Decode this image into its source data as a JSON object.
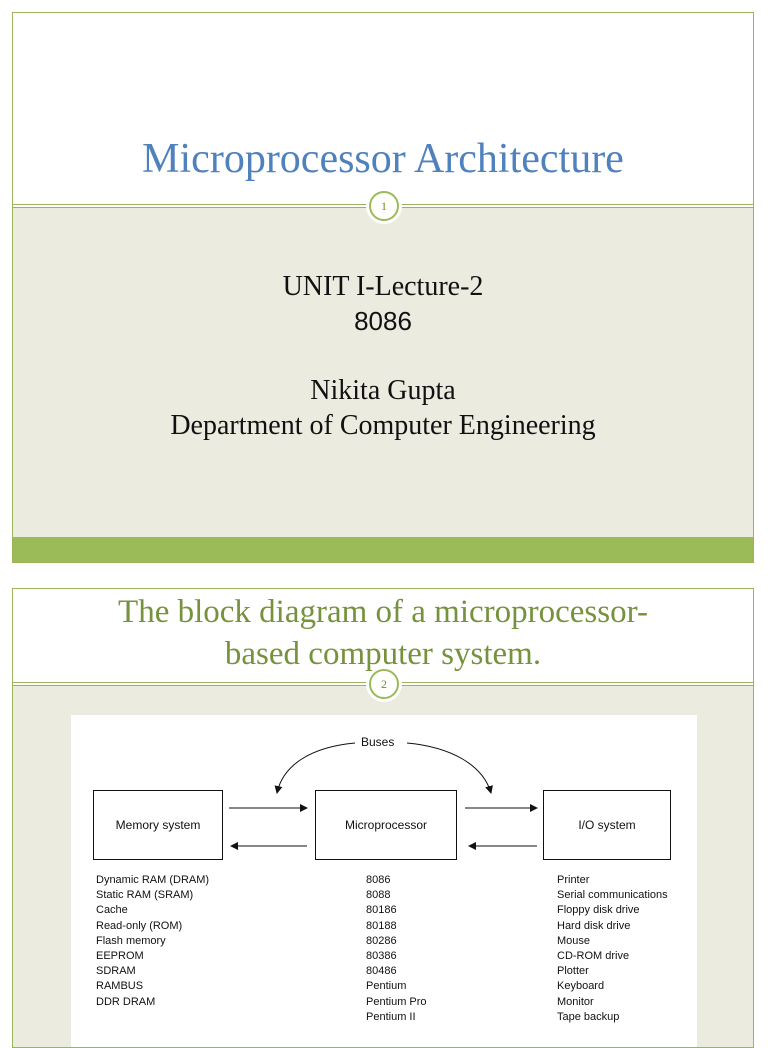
{
  "slide1": {
    "title": "Microprocessor Architecture",
    "page_number": "1",
    "unit": "UNIT I-Lecture-2",
    "code": "8086",
    "author": "Nikita Gupta",
    "department": "Department of Computer Engineering",
    "colors": {
      "title": "#4f81bd",
      "accent": "#9bbb59",
      "body_bg": "#ecebe0"
    }
  },
  "slide2": {
    "title_line1": "The block diagram of a microprocessor-",
    "title_line2": "based computer system.",
    "page_number": "2",
    "diagram": {
      "buses_label": "Buses",
      "memory_box": "Memory system",
      "micro_box": "Microprocessor",
      "io_box": "I/O system",
      "memory_items": [
        "Dynamic RAM (DRAM)",
        "Static RAM (SRAM)",
        "Cache",
        "Read-only (ROM)",
        "Flash memory",
        "EEPROM",
        "SDRAM",
        "RAMBUS",
        "DDR DRAM"
      ],
      "micro_items": [
        "8086",
        "8088",
        "80186",
        "80188",
        "80286",
        "80386",
        "80486",
        "Pentium",
        "Pentium Pro",
        "Pentium II"
      ],
      "io_items": [
        "Printer",
        "Serial communications",
        "Floppy disk drive",
        "Hard disk drive",
        "Mouse",
        "CD-ROM drive",
        "Plotter",
        "Keyboard",
        "Monitor",
        "Tape backup"
      ]
    },
    "colors": {
      "title": "#76923c"
    }
  }
}
